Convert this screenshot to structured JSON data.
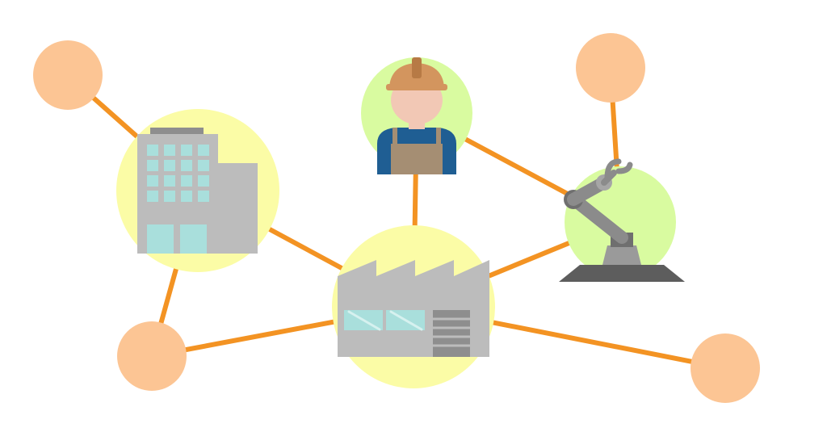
{
  "diagram": {
    "edges": [
      {
        "from": "office-building-node",
        "to": "peripheral-node-top-left"
      },
      {
        "from": "office-building-node",
        "to": "peripheral-node-bottom-left"
      },
      {
        "from": "office-building-node",
        "to": "factory-node"
      },
      {
        "from": "factory-node",
        "to": "peripheral-node-bottom-left"
      },
      {
        "from": "factory-node",
        "to": "worker-node"
      },
      {
        "from": "factory-node",
        "to": "robot-arm-node"
      },
      {
        "from": "factory-node",
        "to": "peripheral-node-bottom-right"
      },
      {
        "from": "worker-node",
        "to": "robot-arm-node"
      },
      {
        "from": "robot-arm-node",
        "to": "peripheral-node-top-right"
      }
    ],
    "nodes": [
      {
        "id": "office-building-node",
        "icon": "office-building-icon",
        "fill": "#fbfca6"
      },
      {
        "id": "worker-node",
        "icon": "construction-worker-icon",
        "fill": "#d9fba0"
      },
      {
        "id": "robot-arm-node",
        "icon": "robot-arm-icon",
        "fill": "#d9fba0"
      },
      {
        "id": "factory-node",
        "icon": "factory-icon",
        "fill": "#fbfca6"
      },
      {
        "id": "peripheral-node-top-left",
        "icon": "",
        "fill": "#fcc594"
      },
      {
        "id": "peripheral-node-top-right",
        "icon": "",
        "fill": "#fcc594"
      },
      {
        "id": "peripheral-node-bottom-left",
        "icon": "",
        "fill": "#fcc594"
      },
      {
        "id": "peripheral-node-bottom-right",
        "icon": "",
        "fill": "#fcc594"
      }
    ]
  },
  "colors": {
    "edge": "#f39323",
    "peripheral_node": "#fcc594",
    "yellow_node": "#fbfca6",
    "green_node": "#d9fba0",
    "building_gray": "#bcbcbc",
    "building_dark": "#8e8e8e",
    "glass": "#a9dfdc",
    "helmet": "#d3955e",
    "skin": "#f2c8b5",
    "shirt": "#1f5e93",
    "apron": "#a58e73",
    "robot_gray": "#8b8b8b",
    "robot_base": "#5d5d5d"
  }
}
